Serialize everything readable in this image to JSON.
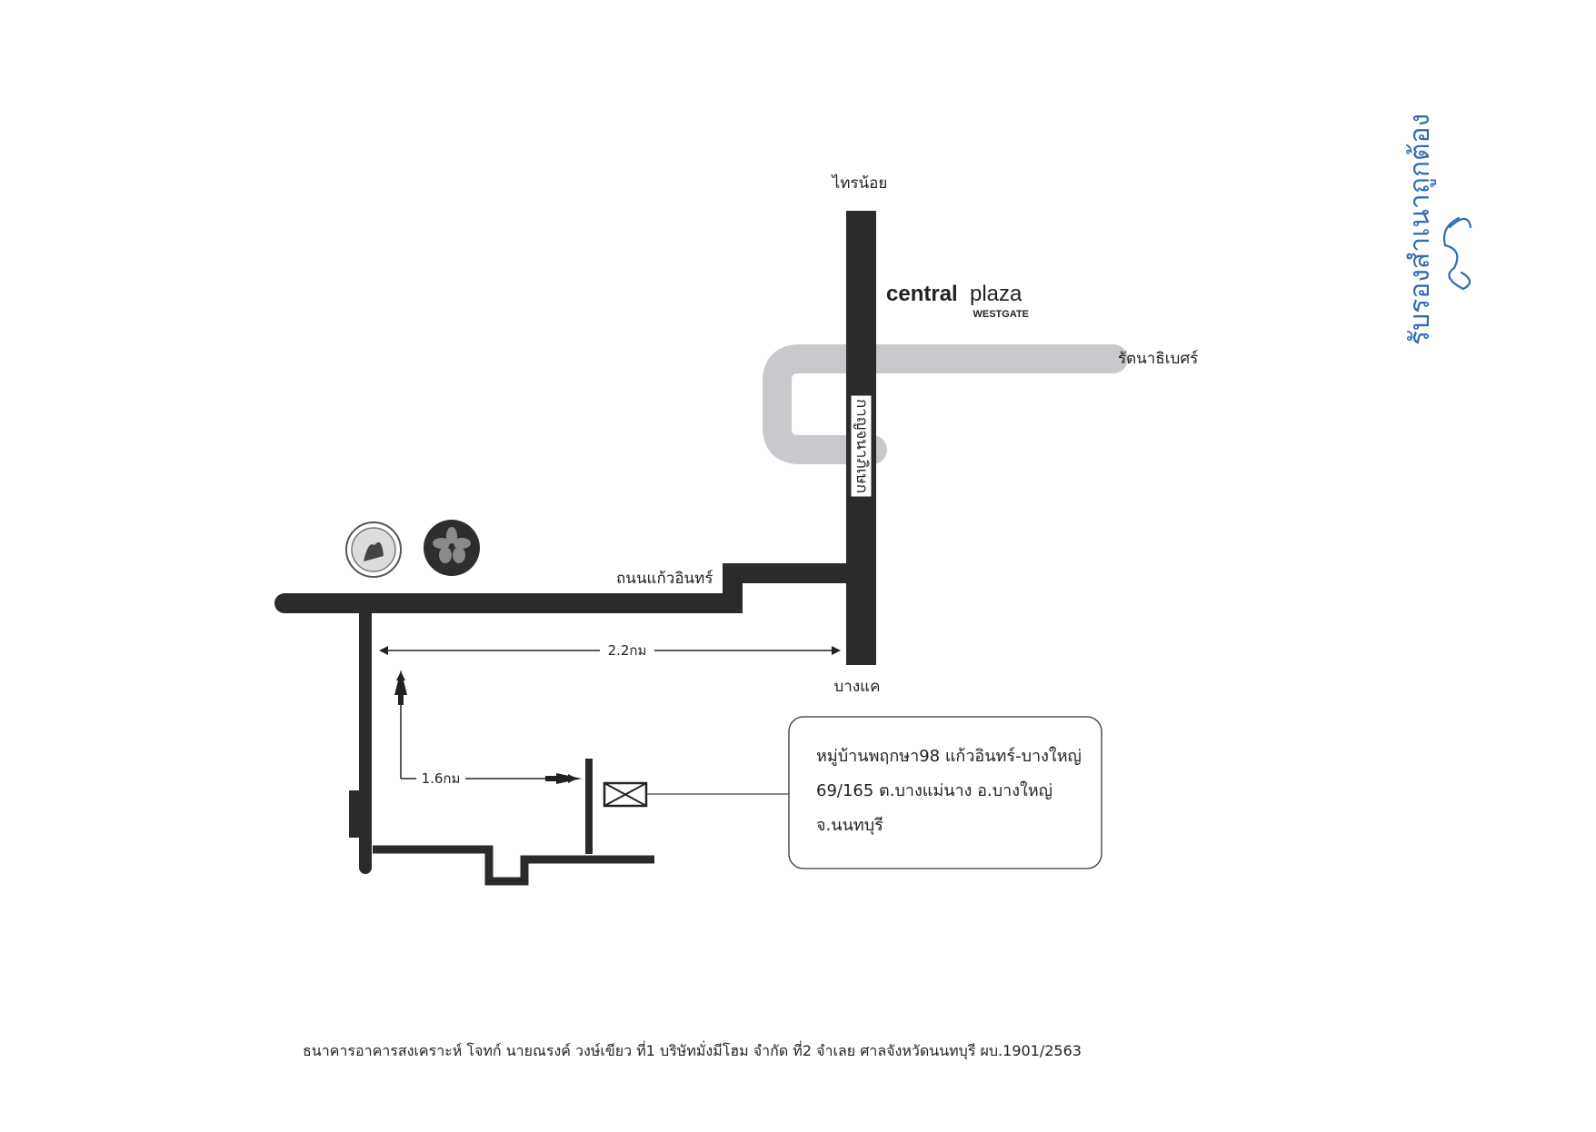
{
  "map": {
    "labels": {
      "north_road": "ไทรน้อย",
      "south_road": "บางแค",
      "east_road": "รัตนาธิเบศร์",
      "main_road": "ถนนแก้วอินทร์",
      "vertical_road": "กาญจนาภิเษก"
    },
    "landmark": {
      "brand_bold": "central",
      "brand_light": "plaza",
      "branch": "WESTGATE"
    },
    "distances": {
      "main": "2.2กม",
      "soi": "1.6กม"
    },
    "address": {
      "line1": "หมู่บ้านพฤกษา98 แก้วอินทร์-บางใหญ่",
      "line2": "69/165 ต.บางแม่นาง อ.บางใหญ่",
      "line3": "จ.นนทบุรี"
    }
  },
  "footer": {
    "case_text": "ธนาคารอาคารสงเคราะห์ โจทก์ นายณรงค์ วงษ์เขียว ที่1 บริษัทมั่งมีโฮม จำกัด ที่2 จำเลย ศาลจังหวัดนนทบุรี ผบ.1901/2563"
  },
  "stamp": {
    "certified_text": "รับรองสำเนาถูกต้อง"
  },
  "colors": {
    "road": "#2b2b2b",
    "ring_road": "#c8c9cc",
    "stamp_ink": "#2f6db3"
  }
}
